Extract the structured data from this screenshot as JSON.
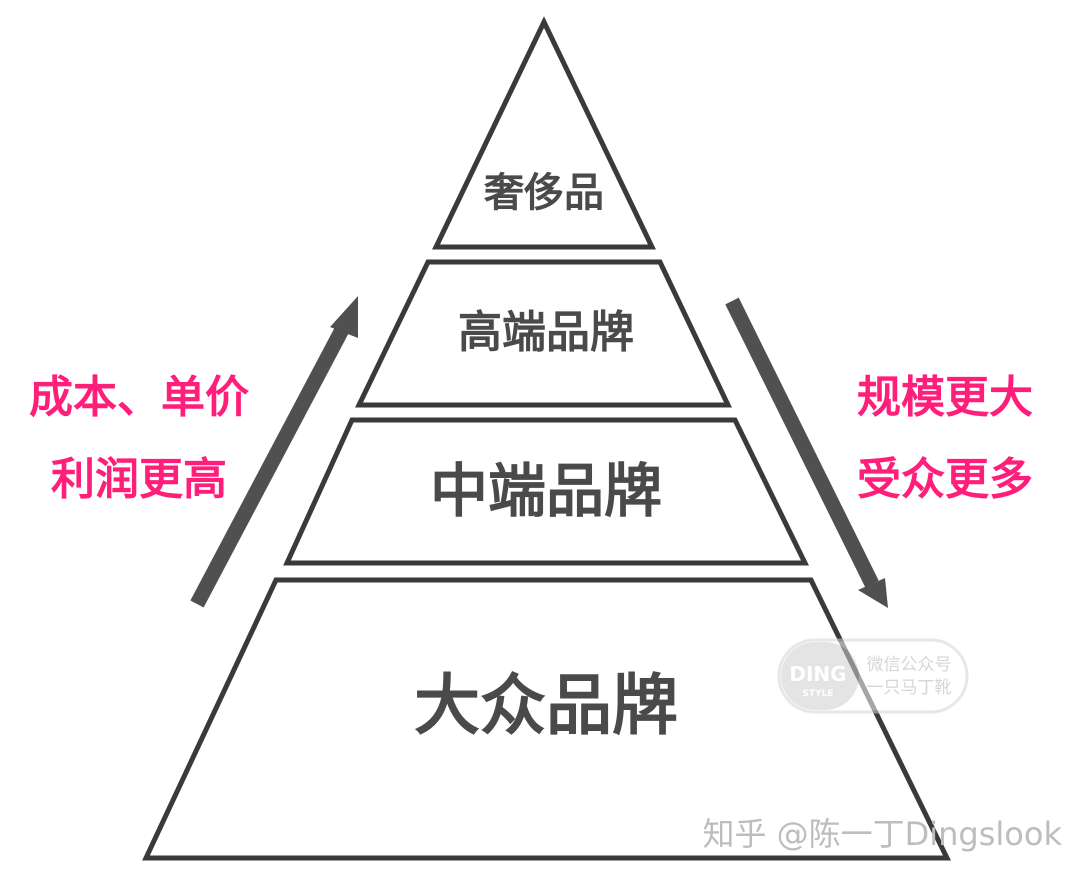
{
  "tiers": [
    {
      "label": "奢侈品"
    },
    {
      "label": "高端品牌"
    },
    {
      "label": "中端品牌"
    },
    {
      "label": "大众品牌"
    }
  ],
  "left_text": {
    "line1": "成本、单价",
    "line2": "利润更高"
  },
  "right_text": {
    "line1": "规模更大",
    "line2": "受众更多"
  },
  "watermark": {
    "logo_main": "DING",
    "logo_sub": "STYLE",
    "line1": "微信公众号",
    "line2": "一只马丁靴"
  },
  "credit": "知乎 @陈一丁Dingslook",
  "colors": {
    "accent": "#ff1f7a",
    "outline": "#3a3a3a",
    "label": "#4a4a4a",
    "arrow": "#505050"
  },
  "icons": {
    "left_arrow": "arrow-up-right-icon",
    "right_arrow": "arrow-down-right-icon"
  }
}
